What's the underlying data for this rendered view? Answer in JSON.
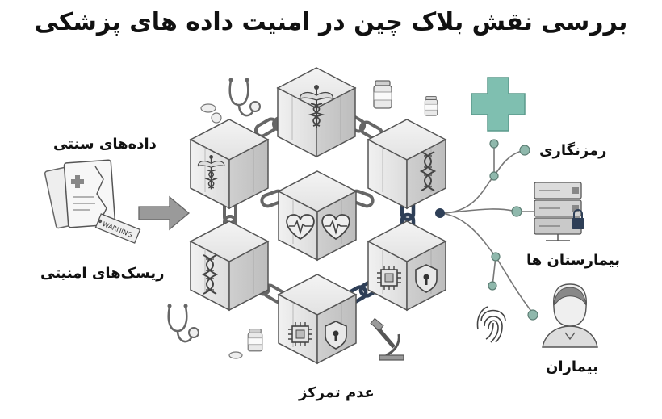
{
  "title": "بررسی نقش بلاک چین در امنیت داده های پزشکی",
  "labels": {
    "traditional_data": "داده‌های سنتی",
    "security_risks": "ریسک‌های امنیتی",
    "decentralization": "عدم تمرکز",
    "encryption": "رمزنگاری",
    "hospitals": "بیمارستان ها",
    "patients": "بیماران"
  },
  "warning_tag": "WARNING",
  "icons": [
    "medical-cross-icon",
    "caduceus-icon",
    "dna-icon",
    "heartbeat-icon",
    "shield-lock-icon",
    "chip-icon",
    "stethoscope-icon",
    "pill-bottle-icon",
    "microscope-icon",
    "fingerprint-icon",
    "server-lock-icon",
    "patient-avatar-icon",
    "document-icon",
    "arrow-icon"
  ],
  "colors": {
    "accent_teal": "#7fbfb0",
    "node_teal": "#8fb8ac",
    "navy_chain": "#2e3f57",
    "sketch": "#555555"
  }
}
